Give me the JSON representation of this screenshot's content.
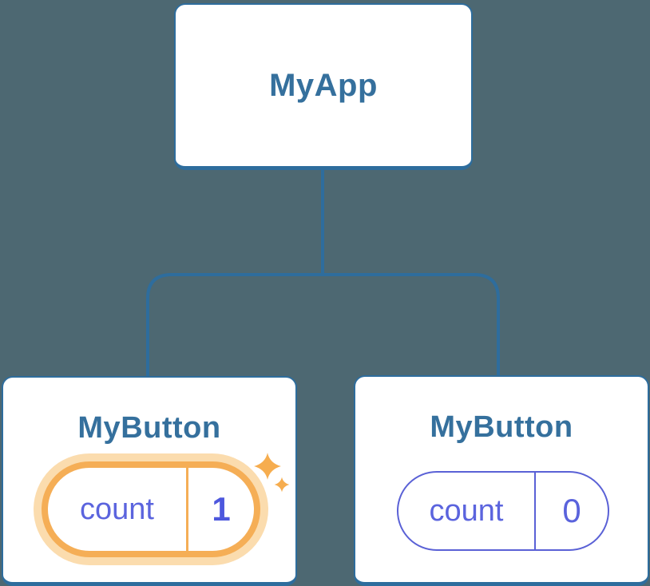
{
  "colors": {
    "background": "#4d6872",
    "connector_line": "#2e6d9d",
    "node_border": "#2e6d9d",
    "node_label": "#35709d",
    "state_purple": "#5a63dc",
    "highlight_orange": "#f5ae56",
    "highlight_glow": "#fbdcae",
    "sparkle": "#f6ad4f"
  },
  "tree": {
    "root": {
      "label": "MyApp"
    },
    "children": [
      {
        "label": "MyButton",
        "state": {
          "key": "count",
          "value": "1"
        },
        "highlighted": true
      },
      {
        "label": "MyButton",
        "state": {
          "key": "count",
          "value": "0"
        },
        "highlighted": false
      }
    ]
  },
  "icons": {
    "highlight_effect_large": "sparkle-icon",
    "highlight_effect_small": "sparkle-icon"
  }
}
